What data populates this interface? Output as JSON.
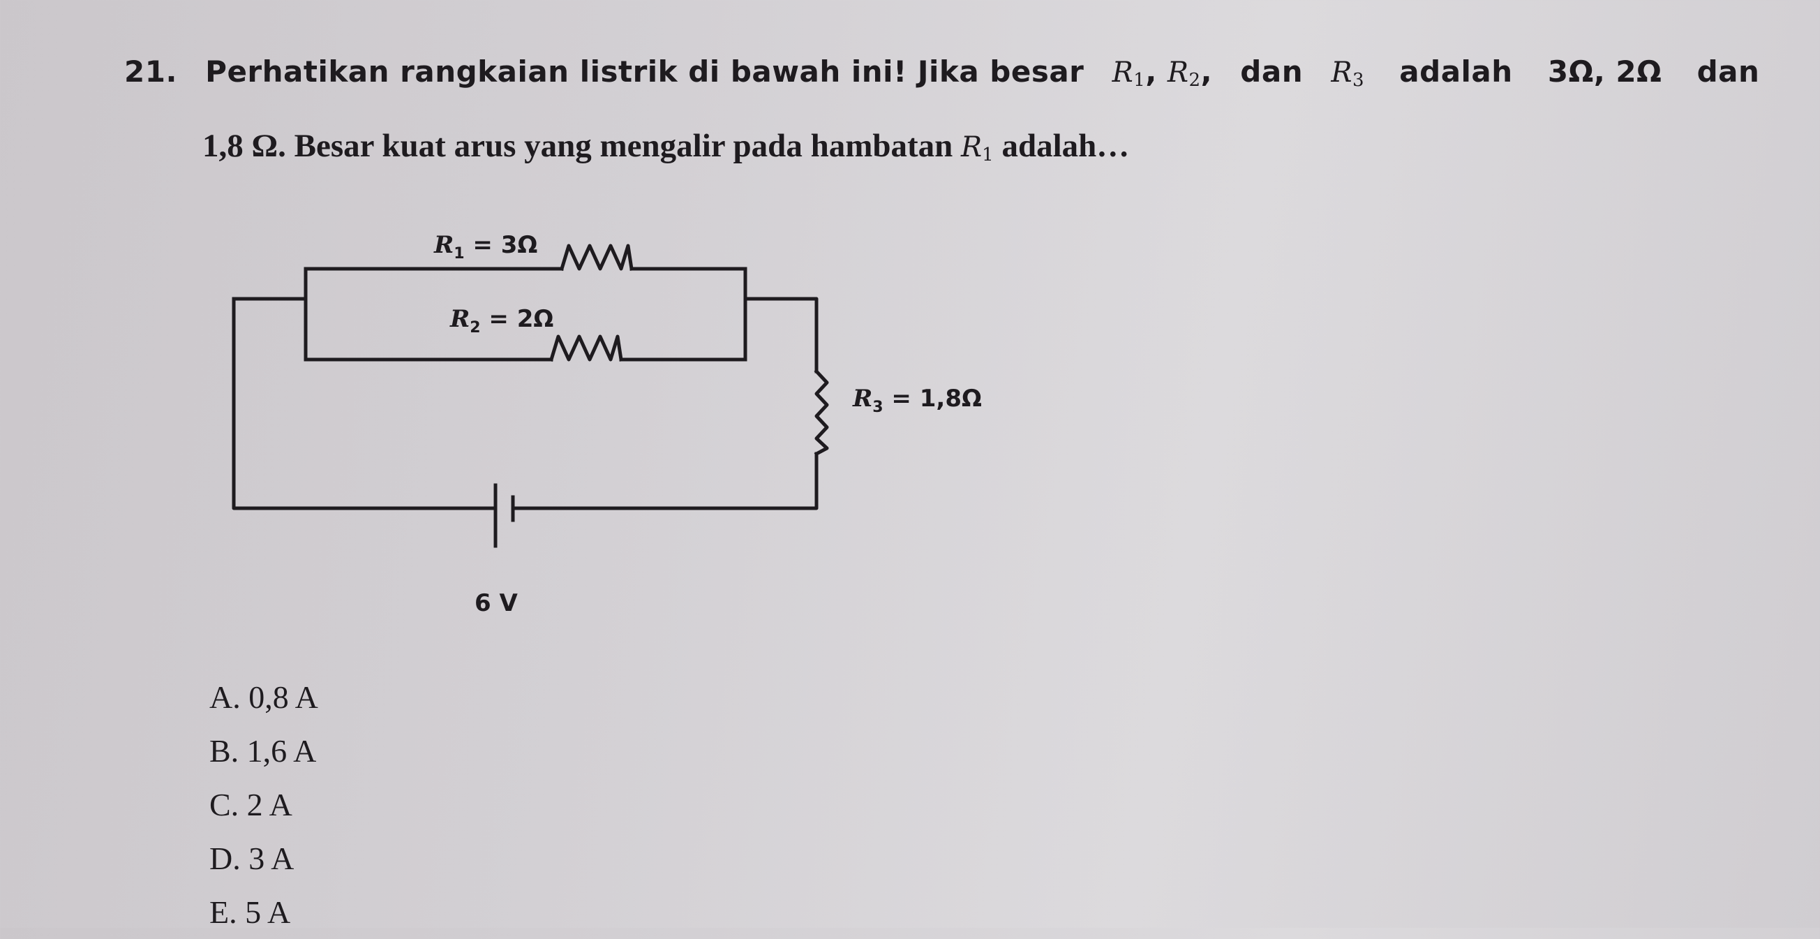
{
  "question": {
    "number": "21.",
    "line1_text": "Perhatikan rangkaian listrik di bawah ini! Jika besar",
    "r1_symbol": "R",
    "r1_sub": "1",
    "comma": ",",
    "r2_symbol": "R",
    "r2_sub": "2",
    "comma2": ",",
    "dan_word": "dan",
    "r3_symbol": "R",
    "r3_sub": "3",
    "adalah_word": "adalah",
    "values_text": "3Ω, 2Ω",
    "dan_word_2": "dan",
    "line2_start": "1,8 Ω. Besar kuat arus yang mengalir pada hambatan",
    "line2_r_symbol": "R",
    "line2_r_sub": "1",
    "line2_end": "adalah…"
  },
  "circuit": {
    "r1_label": "R",
    "r1_sub": "1",
    "r1_value": " = 3Ω",
    "r2_label": "R",
    "r2_sub": "2",
    "r2_value": " = 2Ω",
    "r3_label": "R",
    "r3_sub": "3",
    "r3_value": " = 1,8Ω",
    "battery_label": "6 V"
  },
  "options": [
    "A. 0,8 A",
    "B. 1,6 A",
    "C. 2 A",
    "D. 3 A",
    "E. 5 A"
  ]
}
